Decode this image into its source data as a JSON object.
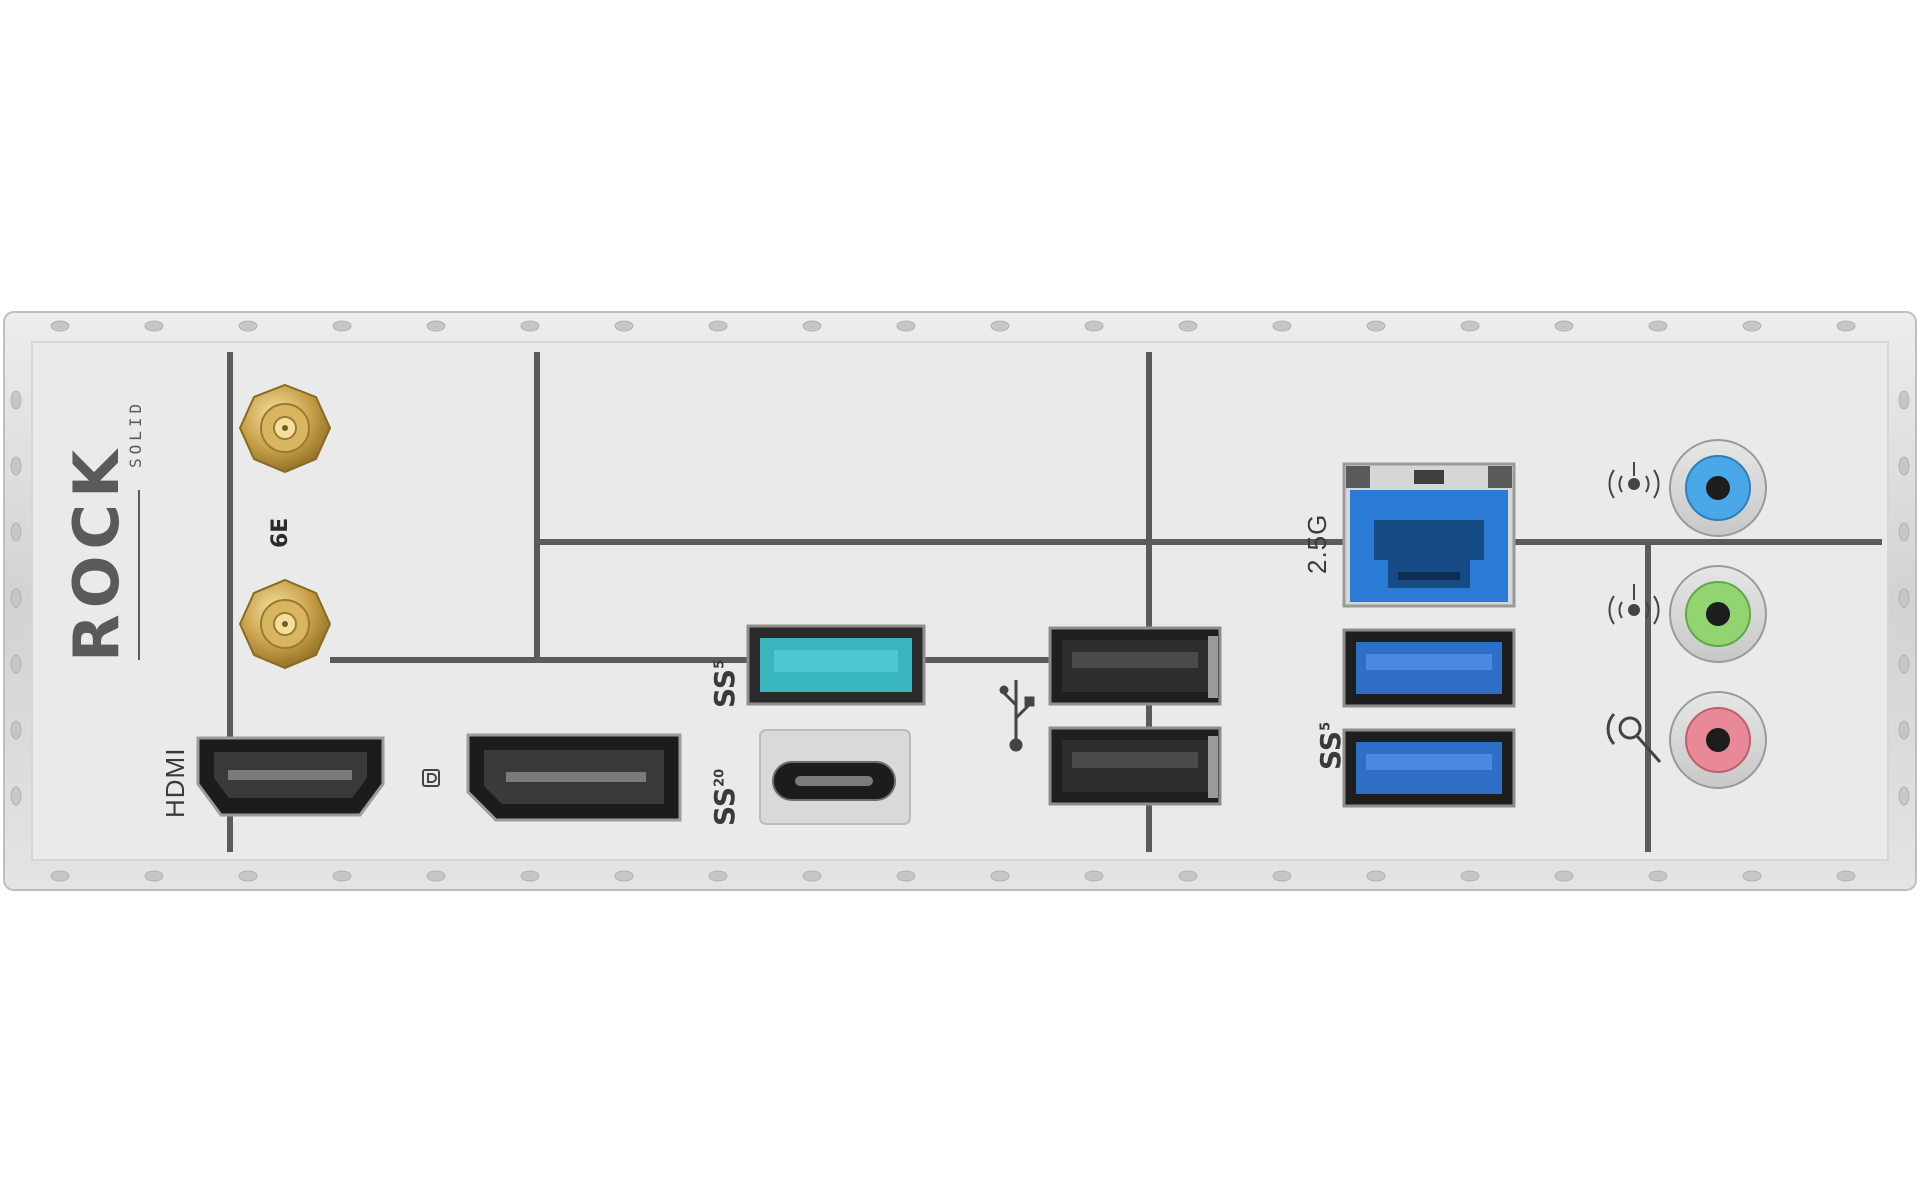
{
  "io_shield": {
    "brand": {
      "logo_text": "ROCK",
      "sub_text": "SOLID"
    },
    "wifi_badge": "6E",
    "colors": {
      "shield": "#e9e9e9",
      "frame": "#d3d3d3",
      "divider": "#5b5b5b",
      "antenna_gold": "#c9a24a",
      "usb_teal": "#39b5bf",
      "usb_blue": "#2f6fc7",
      "lan_blue": "#2a7bd6",
      "audio_blue": "#4aa8e8",
      "audio_green": "#93d472",
      "audio_pink": "#e98896"
    },
    "labels": {
      "hdmi": "HDMI",
      "lan": "2.5G",
      "ss5_a": {
        "text": "SS",
        "sup": "5"
      },
      "ss20": {
        "text": "SS",
        "sup": "20"
      },
      "ss5_b": {
        "text": "SS",
        "sup": "5"
      }
    },
    "icons": {
      "displayport": "displayport-icon",
      "usb": "usb-trident-icon",
      "line_in": "line-in-icon",
      "line_out": "line-out-icon",
      "mic": "microphone-icon"
    }
  }
}
